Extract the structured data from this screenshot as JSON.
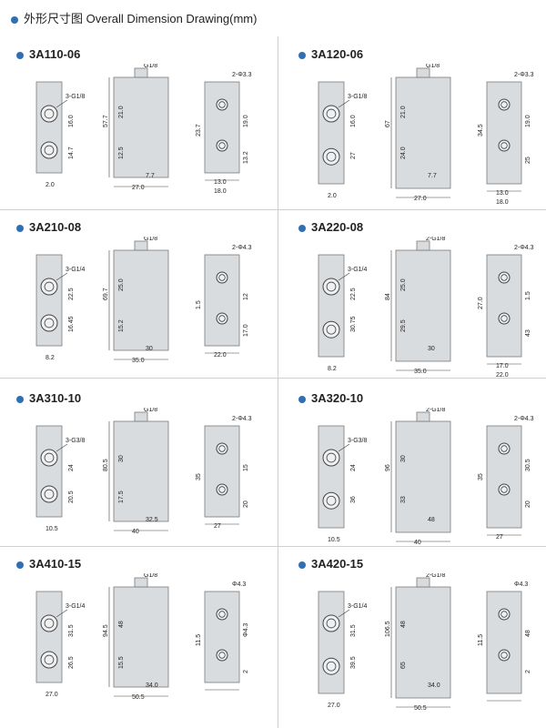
{
  "title": "外形尺寸图 Overall Dimension Drawing(mm)",
  "models": [
    {
      "name": "3A110-06",
      "port": "3-G1/8",
      "top_port": "G1/8",
      "hole": "2-Φ3.3",
      "dims": [
        "57.7",
        "21.0",
        "12.5",
        "27.0",
        "16.0",
        "14.7",
        "2.0",
        "7.7",
        "23.7",
        "19.0",
        "13.2",
        "13.0",
        "18.0"
      ]
    },
    {
      "name": "3A120-06",
      "port": "3-G1/8",
      "top_port": "G1/8",
      "hole": "2-Φ3.3",
      "dims": [
        "67",
        "21.0",
        "24.0",
        "27.0",
        "16.0",
        "27",
        "2.0",
        "7.7",
        "34.5",
        "19.0",
        "25",
        "13.0",
        "18.0"
      ]
    },
    {
      "name": "3A210-08",
      "port": "3-G1/4",
      "top_port": "G1/8",
      "hole": "2-Φ4.3",
      "dims": [
        "69.7",
        "25.0",
        "15.2",
        "35.0",
        "22.5",
        "16.45",
        "8.2",
        "30",
        "1.5",
        "12",
        "17.0",
        "22.0"
      ]
    },
    {
      "name": "3A220-08",
      "port": "3-G1/4",
      "top_port": "2-G1/8",
      "hole": "2-Φ4.3",
      "dims": [
        "84",
        "25.0",
        "29.5",
        "35.0",
        "22.5",
        "30.75",
        "8.2",
        "30",
        "27.0",
        "1.5",
        "43",
        "17.0",
        "22.0"
      ]
    },
    {
      "name": "3A310-10",
      "port": "3-G3/8",
      "top_port": "G1/8",
      "hole": "2-Φ4.3",
      "dims": [
        "80.5",
        "30",
        "17.5",
        "40",
        "24",
        "20.5",
        "10.5",
        "32.5",
        "35",
        "15",
        "20",
        "27"
      ]
    },
    {
      "name": "3A320-10",
      "port": "3-G3/8",
      "top_port": "2-G1/8",
      "hole": "2-Φ4.3",
      "dims": [
        "96",
        "30",
        "33",
        "40",
        "24",
        "36",
        "10.5",
        "48",
        "35",
        "30.5",
        "20",
        "27"
      ]
    },
    {
      "name": "3A410-15",
      "port": "3-G1/4",
      "top_port": "G1/8",
      "hole": "Φ4.3",
      "dims": [
        "94.5",
        "48",
        "15.5",
        "50.5",
        "31.5",
        "26.5",
        "27.0",
        "34.0",
        "11.5",
        "Φ4.3",
        "2"
      ]
    },
    {
      "name": "3A420-15",
      "port": "3-G1/4",
      "top_port": "2-G1/8",
      "hole": "Φ4.3",
      "dims": [
        "106.5",
        "48",
        "65",
        "50.5",
        "31.5",
        "39.5",
        "27.0",
        "34.0",
        "11.5",
        "48",
        "2"
      ]
    }
  ]
}
